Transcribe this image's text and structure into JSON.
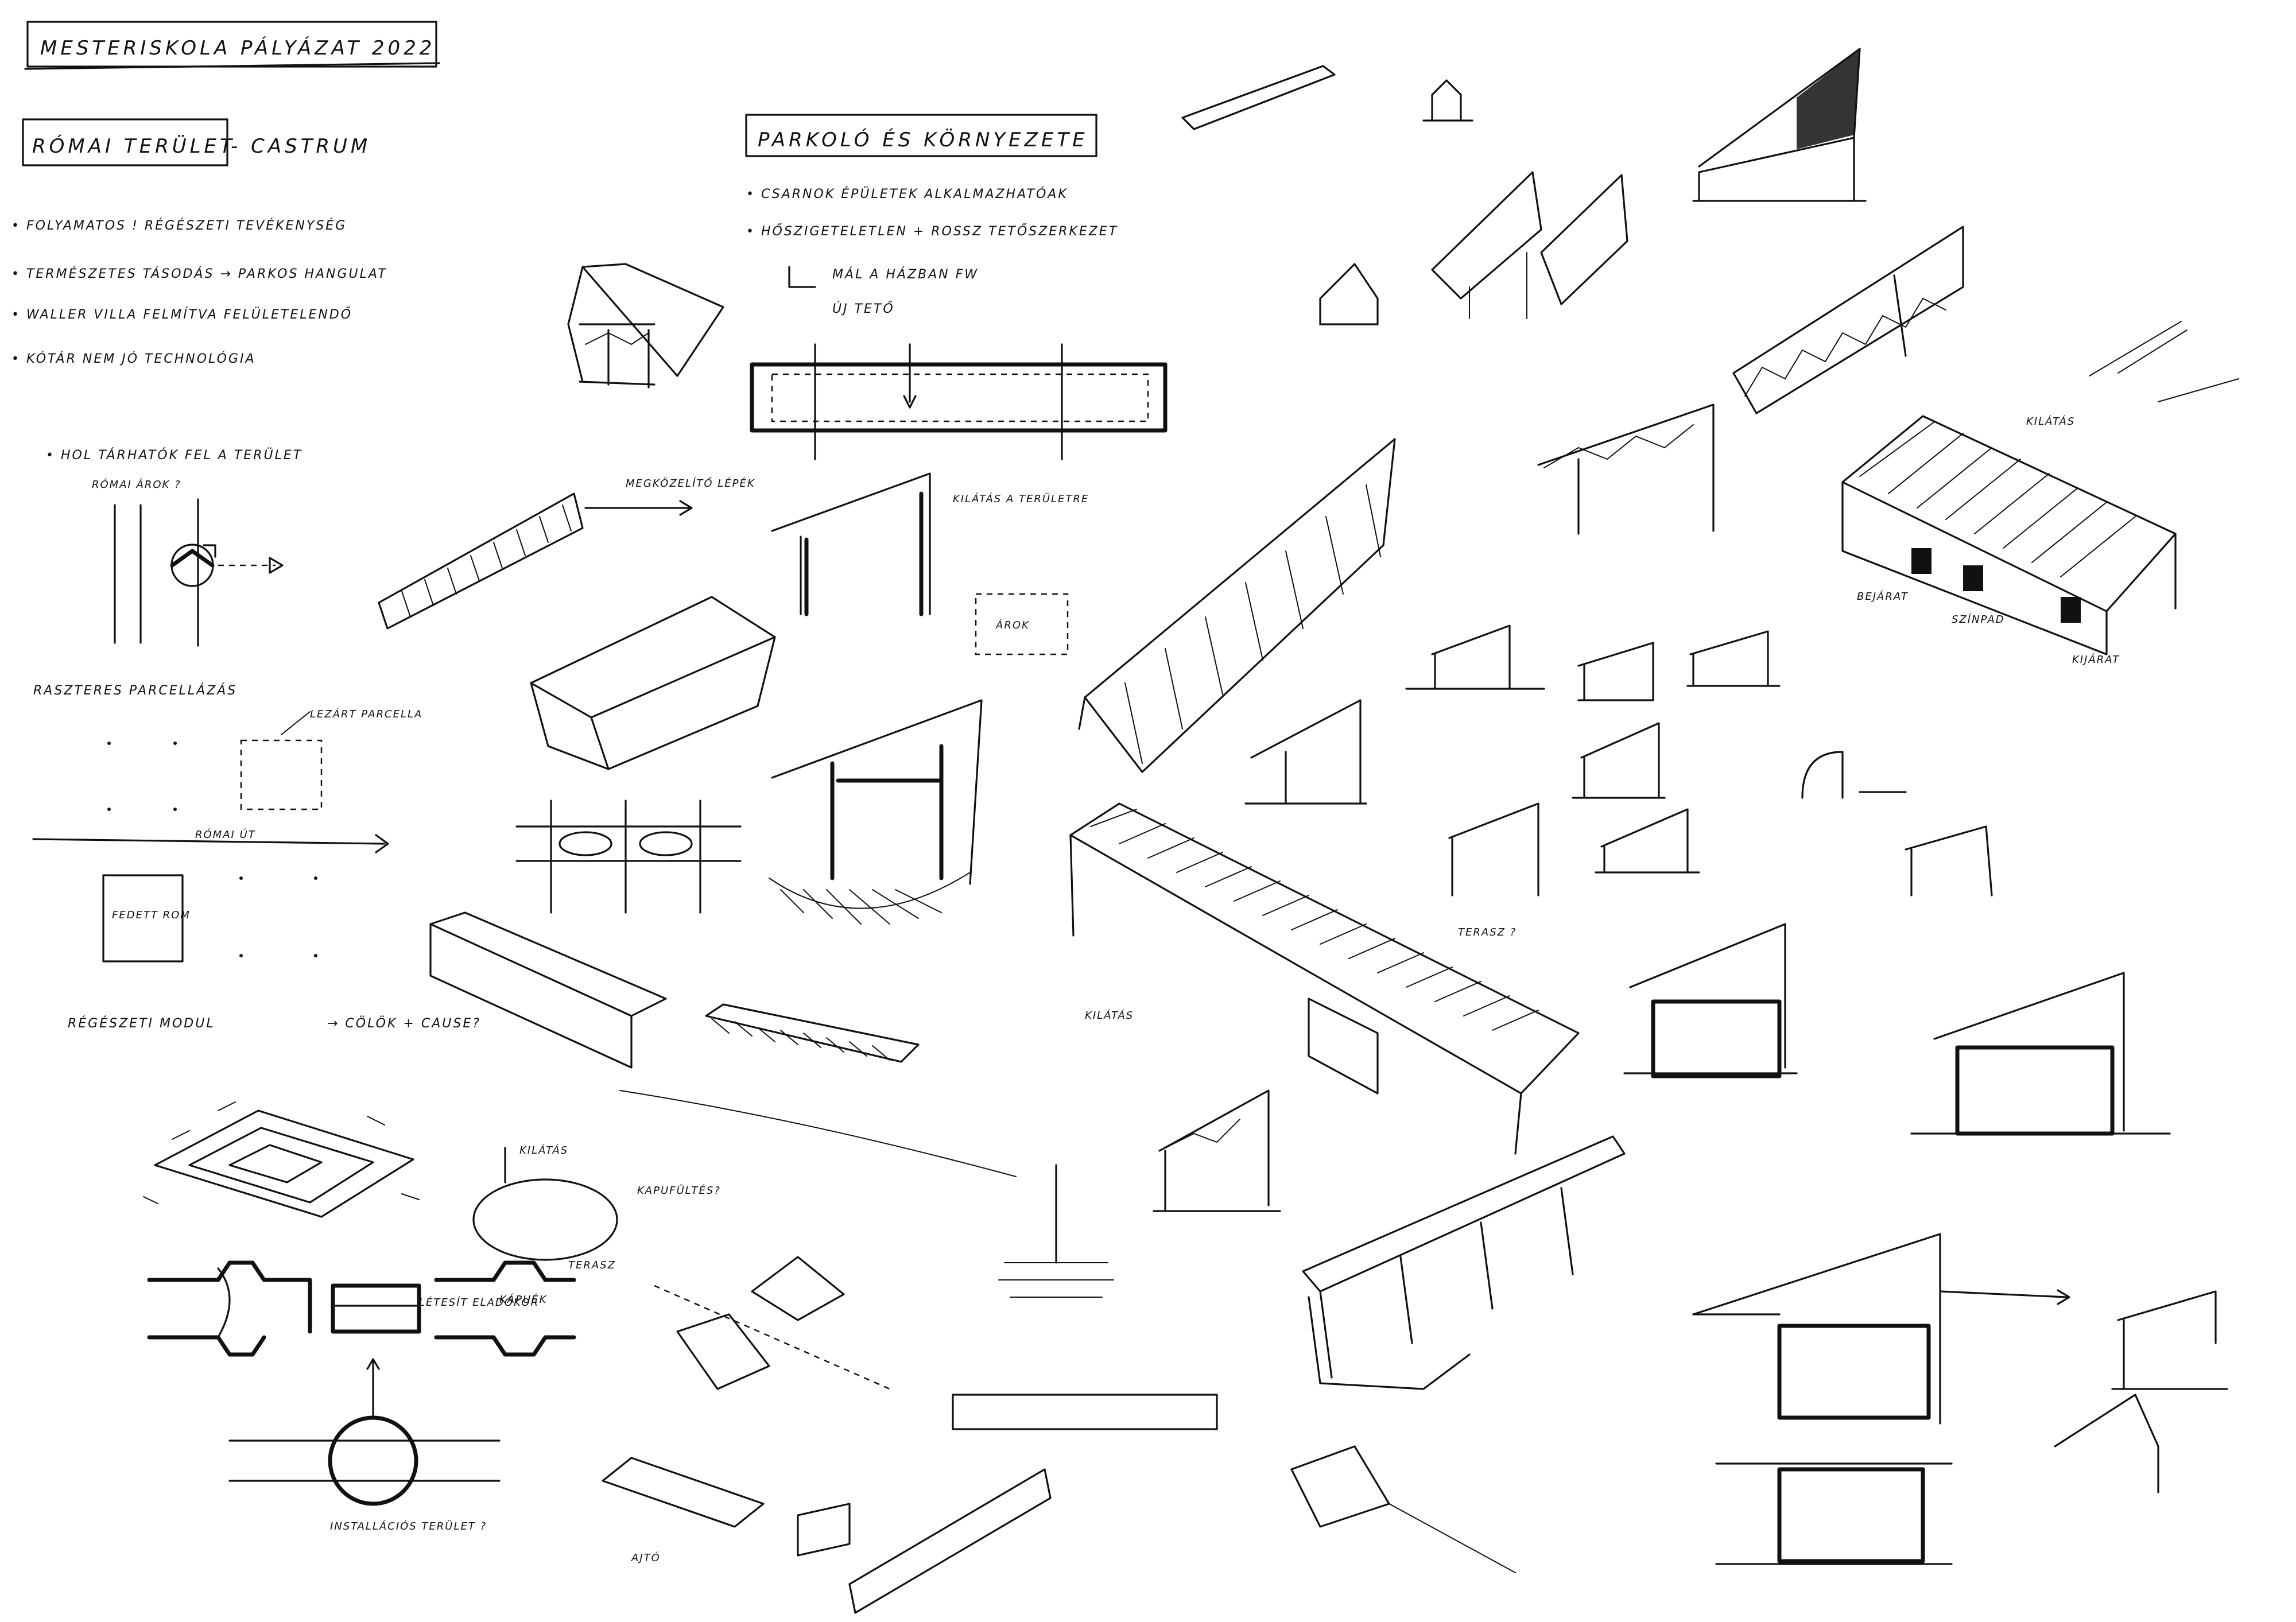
{
  "title": "MESTERISKOLA PÁLYÁZAT 2022",
  "roman_area": {
    "label": "RÓMAI TERÜLET",
    "sublabel": "- CASTRUM",
    "bullets": [
      "• FOLYAMATOS ! RÉGÉSZETI TEVÉKENYSÉG",
      "• TERMÉSZETES TÁSODÁS → PARKOS HANGULAT",
      "• WALLER VILLA FELMÍTVA FELÜLETELENDŐ",
      "• KÓTÁR NEM JÓ TECHNOLÓGIA"
    ],
    "question": "• HOL TÁRHATÓK FEL A TERÜLET",
    "roman_ditch": "RÓMAI ÁROK ?",
    "parcel_heading": "RASZTERES PARCELLÁZÁS",
    "closed_parcel": "LEZÁRT PARCELLA",
    "roman_road": "RÓMAI ÚT",
    "covered_ruin": "FEDETT ROM",
    "archaeology_module": "RÉGÉSZETI MODUL",
    "module_parts": "→ CÖLÖK + CAUSE?",
    "view_label": "KILÁTÁS",
    "terrace_label": "TERASZ",
    "building_label": "LÉTESÍT ELADÓKOR",
    "castle_label": "KÁPUÉK",
    "installation_label": "INSTALLÁCIÓS TERÜLET ?",
    "roof_question": "KAPUFÜLTÉS?",
    "small_label": "AJTÓ"
  },
  "parking": {
    "label": "PARKOLÓ ÉS KÖRNYEZETE",
    "bullets": [
      "• CSARNOK ÉPÜLETEK ALKALMAZHATÓAK",
      "• HŐSZIGETELETLEN + ROSSZ TETŐSZERKEZET"
    ],
    "arrow_note_1": "MÁL A HÁZBAN FW",
    "arrow_note_2": "ÚJ TETŐ",
    "entrance": "MEGKÖZELÍTŐ LÉPÉK",
    "view_to_site": "KILÁTÁS A TERÜLETRE",
    "ditch": "ÁROK",
    "terrace_q": "TERASZ ?"
  },
  "east_side": {
    "view": "KILÁTÁS",
    "entrance": "BEJÁRAT",
    "stairs": "SZÍNPAD",
    "passage": "KIJÁRAT",
    "long_view": "KILÁTÁS"
  },
  "colors": {
    "ink": "#111111",
    "paper": "#ffffff"
  }
}
